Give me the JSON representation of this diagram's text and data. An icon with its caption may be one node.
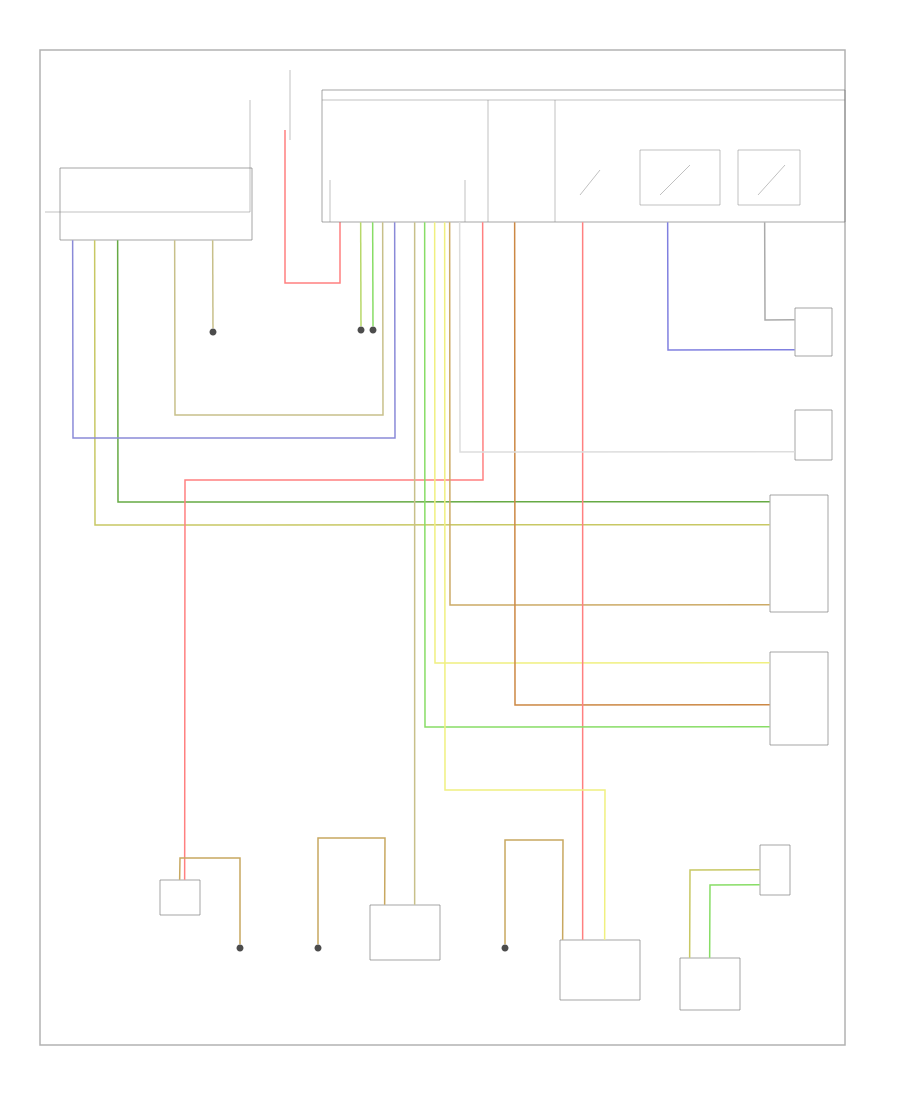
{
  "diagram": {
    "nodes": [
      {
        "text": [],
        "shape": "box"
      },
      {
        "text": [],
        "shape": "box"
      },
      {
        "text": [],
        "shape": "circle"
      },
      {
        "text": [],
        "shape": "circle"
      },
      {
        "text": [],
        "shape": "circle"
      },
      {
        "text": [],
        "shape": "box"
      },
      {
        "text": [],
        "shape": "box"
      },
      {
        "text": [],
        "shape": "box"
      },
      {
        "text": [],
        "shape": "box"
      },
      {
        "text": [],
        "shape": "box"
      },
      {
        "text": [],
        "shape": "circle"
      },
      {
        "text": [],
        "shape": "circle"
      },
      {
        "text": [],
        "shape": "box"
      },
      {
        "text": [],
        "shape": "circle"
      },
      {
        "text": [],
        "shape": "box"
      },
      {
        "text": [],
        "shape": "box"
      },
      {
        "text": [],
        "shape": "box"
      }
    ],
    "edges": [
      {
        "from": 0,
        "to": 7,
        "arrow": "none",
        "color": "#c8c864"
      },
      {
        "from": 0,
        "to": 7,
        "arrow": "none",
        "color": "#66aa44"
      },
      {
        "from": 0,
        "to": 1,
        "arrow": "none",
        "color": "#8a8ad8"
      },
      {
        "from": 0,
        "to": 1,
        "arrow": "none",
        "color": "#c8c08a"
      },
      {
        "from": 0,
        "to": 2,
        "arrow": "none",
        "color": "#c8c08a"
      },
      {
        "from": 1,
        "to": 3,
        "arrow": "none",
        "color": "#b8d86a"
      },
      {
        "from": 1,
        "to": 4,
        "arrow": "none",
        "color": "#88dd66"
      },
      {
        "from": 1,
        "to": 9,
        "arrow": "none",
        "color": "#ff8080"
      },
      {
        "from": 1,
        "to": 7,
        "arrow": "none",
        "color": "#ccaa66"
      },
      {
        "from": 1,
        "to": 8,
        "arrow": "none",
        "color": "#f0f080"
      },
      {
        "from": 1,
        "to": 8,
        "arrow": "none",
        "color": "#cc8844"
      },
      {
        "from": 1,
        "to": 14,
        "arrow": "none",
        "color": "#ff8080"
      },
      {
        "from": 1,
        "to": 8,
        "arrow": "none",
        "color": "#88dd66"
      },
      {
        "from": 1,
        "to": 14,
        "arrow": "none",
        "color": "#f0f080"
      },
      {
        "from": 1,
        "to": 12,
        "arrow": "none",
        "color": "#c8c08a"
      },
      {
        "from": 1,
        "to": 5,
        "arrow": "none",
        "color": "#8080e0"
      },
      {
        "from": 1,
        "to": 5,
        "arrow": "none",
        "color": "#aaaaaa"
      },
      {
        "from": 1,
        "to": 6,
        "arrow": "none",
        "color": "#dddddd"
      },
      {
        "from": 9,
        "to": 10,
        "arrow": "none",
        "color": "#c8a860"
      },
      {
        "from": 11,
        "to": 12,
        "arrow": "none",
        "color": "#c8a860"
      },
      {
        "from": 13,
        "to": 14,
        "arrow": "none",
        "color": "#c8a860"
      },
      {
        "from": 15,
        "to": 16,
        "arrow": "none",
        "color": "#c8c864"
      },
      {
        "from": 15,
        "to": 16,
        "arrow": "none",
        "color": "#88dd66"
      }
    ]
  }
}
